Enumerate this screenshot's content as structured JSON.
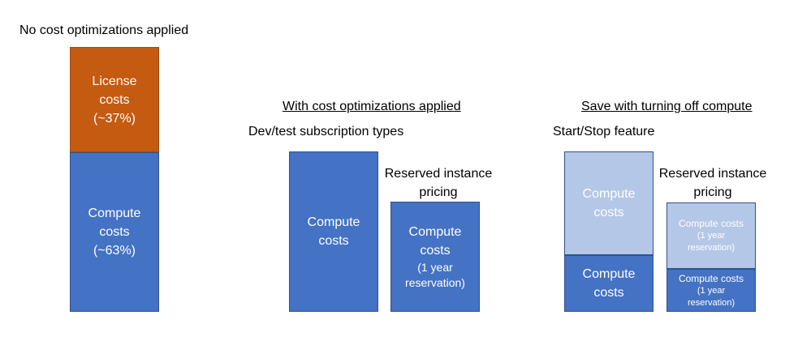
{
  "colors": {
    "compute": "#4472c4",
    "license": "#c55a11",
    "compute_light": "#b4c7e7"
  },
  "section1": {
    "title": "No cost optimizations applied",
    "license_box": [
      "License",
      "costs",
      "(~37%)"
    ],
    "compute_box": [
      "Compute",
      "costs",
      "(~63%)"
    ]
  },
  "section2": {
    "heading": "With cost optimizations applied",
    "devtest_label": "Dev/test subscription types",
    "devtest_box": [
      "Compute",
      "costs"
    ],
    "reserved_label": [
      "Reserved instance",
      "pricing"
    ],
    "reserved_box": [
      "Compute",
      "costs",
      "(1 year",
      "reservation)"
    ]
  },
  "section3": {
    "heading": "Save with turning off compute",
    "startstop_label": "Start/Stop feature",
    "startstop_top_box": [
      "Compute",
      "costs"
    ],
    "startstop_bottom_box": [
      "Compute",
      "costs"
    ],
    "reserved_label": [
      "Reserved instance",
      "pricing"
    ],
    "reserved_top_box": [
      "Compute costs",
      "(1 year",
      "reservation)"
    ],
    "reserved_bottom_box": [
      "Compute costs",
      "(1 year",
      "reservation)"
    ]
  }
}
